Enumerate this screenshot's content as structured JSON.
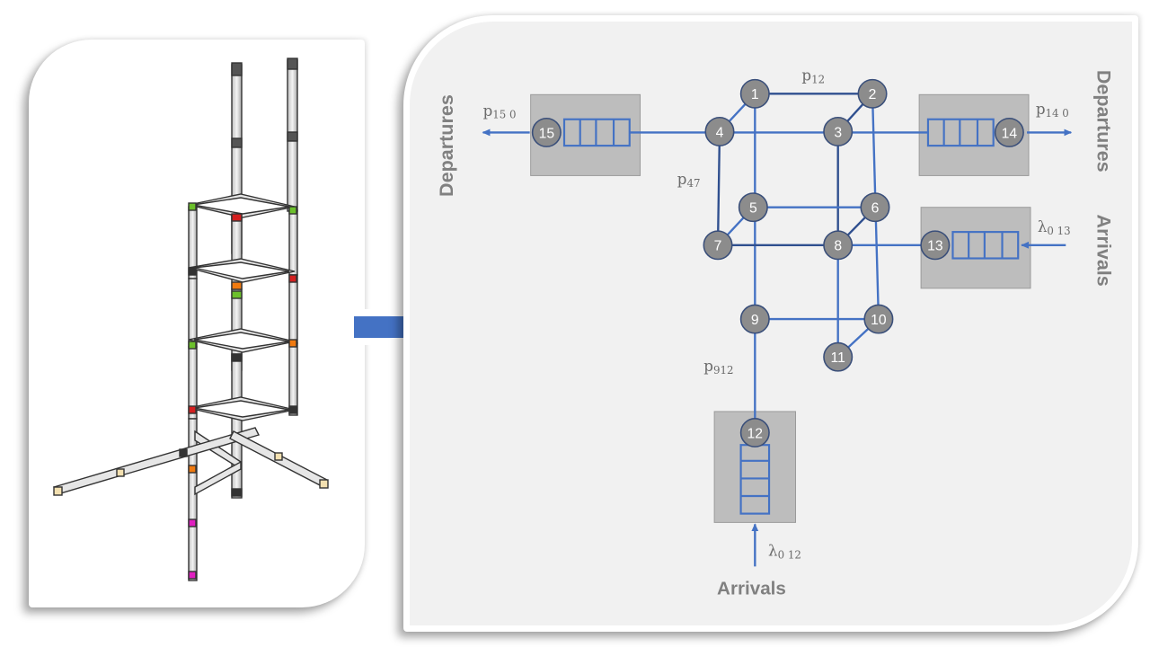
{
  "nodes": [
    {
      "id": "1"
    },
    {
      "id": "2"
    },
    {
      "id": "3"
    },
    {
      "id": "4"
    },
    {
      "id": "5"
    },
    {
      "id": "6"
    },
    {
      "id": "7"
    },
    {
      "id": "8"
    },
    {
      "id": "9"
    },
    {
      "id": "10"
    },
    {
      "id": "11"
    },
    {
      "id": "12"
    },
    {
      "id": "13"
    },
    {
      "id": "14"
    },
    {
      "id": "15"
    }
  ],
  "labels": {
    "departures_left": "Departures",
    "departures_right": "Departures",
    "arrivals_right": "Arrivals",
    "arrivals_bottom": "Arrivals",
    "p12": {
      "base": "p",
      "sub": "12"
    },
    "p47": {
      "base": "p",
      "sub": "47"
    },
    "p912": {
      "base": "p",
      "sub": "912"
    },
    "p150": {
      "base": "p",
      "sub": "15 0"
    },
    "p140": {
      "base": "p",
      "sub": "14 0"
    },
    "l013": {
      "base": "λ",
      "sub": "0 13"
    },
    "l012": {
      "base": "λ",
      "sub": "0 12"
    }
  },
  "colors": {
    "link": "#4472c4",
    "link_dark": "#2f4f8f",
    "node_fill": "#8c8c8c",
    "node_stroke": "#3a4f7a",
    "queue_box": "#bdbdbd",
    "label_gray": "#808080",
    "panel_bg": "#f1f1f1",
    "arrow_fill": "#4472c4"
  }
}
